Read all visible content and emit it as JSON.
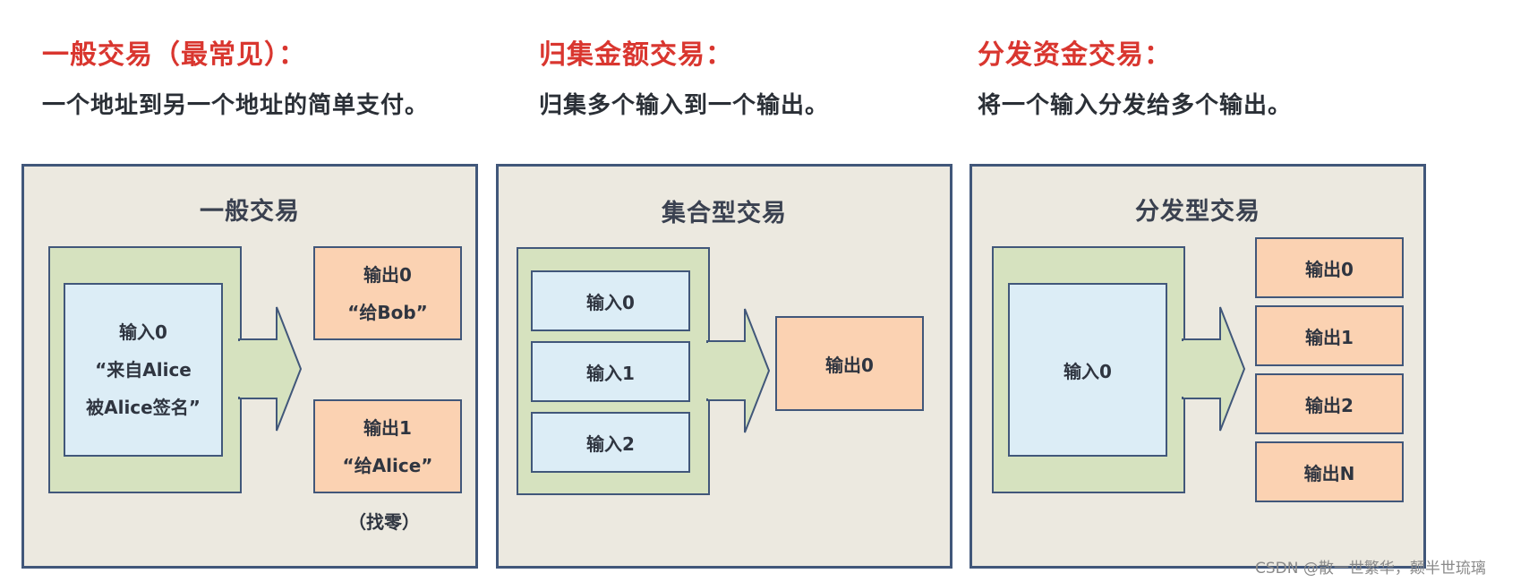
{
  "sections": [
    {
      "heading": "一般交易（最常见）：",
      "description": "一个地址到另一个地址的简单支付。"
    },
    {
      "heading": "归集金额交易：",
      "description": "归集多个输入到一个输出。"
    },
    {
      "heading": "分发资金交易：",
      "description": "将一个输入分发给多个输出。"
    }
  ],
  "panels": {
    "general": {
      "title": "一般交易",
      "input": {
        "line1": "输入0",
        "line2": "“来自Alice",
        "line3": "被Alice签名”"
      },
      "output0": {
        "line1": "输出0",
        "line2": "“给Bob”"
      },
      "output1": {
        "line1": "输出1",
        "line2": "“给Alice”"
      },
      "change_note": "（找零）"
    },
    "aggregate": {
      "title": "集合型交易",
      "inputs": [
        "输入0",
        "输入1",
        "输入2"
      ],
      "output": "输出0"
    },
    "distribute": {
      "title": "分发型交易",
      "input": "输入0",
      "outputs": [
        "输出0",
        "输出1",
        "输出2",
        "输出N"
      ]
    }
  },
  "colors": {
    "heading": "#d9362f",
    "panel_bg": "#ece9e0",
    "border": "#41577a",
    "frame_bg": "#d6e2bf",
    "input_bg": "#dcedf6",
    "output_bg": "#fbd2b2"
  },
  "watermark": "CSDN @散一世繁华，颠半世琉璃"
}
